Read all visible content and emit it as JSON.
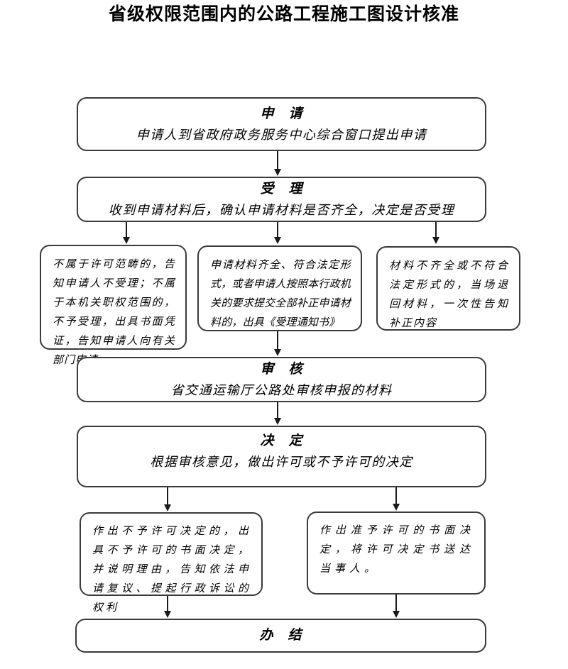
{
  "title": "省级权限范围内的公路工程施工图设计核准",
  "colors": {
    "border": "#3a3a3a",
    "arrow": "#1a1a1a",
    "text": "#000000",
    "background": "#ffffff"
  },
  "nodes": {
    "apply": {
      "heading": "申　请",
      "body": "申请人到省政府政务服务中心综合窗口提出申请"
    },
    "accept": {
      "heading": "受　理",
      "body": "收到申请材料后，确认申请材料是否齐全，决定是否受理"
    },
    "branch_reject": {
      "body": "不属于许可范畴的，告知申请人不受理；不属于本机关职权范围的，不予受理，出具书面凭证，告知申请人向有关部门申请"
    },
    "branch_accept": {
      "body": "申请材料齐全、符合法定形式，或者申请人按照本行政机关的要求提交全部补正申请材料的，出具《受理通知书》"
    },
    "branch_return": {
      "body": "材料不齐全或不符合法定形式的，当场退回材料，一次性告知补正内容"
    },
    "review": {
      "heading": "审　核",
      "body": "省交通运输厅公路处审核申报的材料"
    },
    "decide": {
      "heading": "决　定",
      "body": "根据审核意见，做出许可或不予许可的决定"
    },
    "deny": {
      "body": "作出不予许可决定的，出具不予许可的书面决定，并说明理由，告知依法申请复议、提起行政诉讼的权利"
    },
    "grant": {
      "body": "作出准予许可的书面决定，将许可决定书送达当事人。"
    },
    "done": {
      "heading": "办　结"
    }
  }
}
